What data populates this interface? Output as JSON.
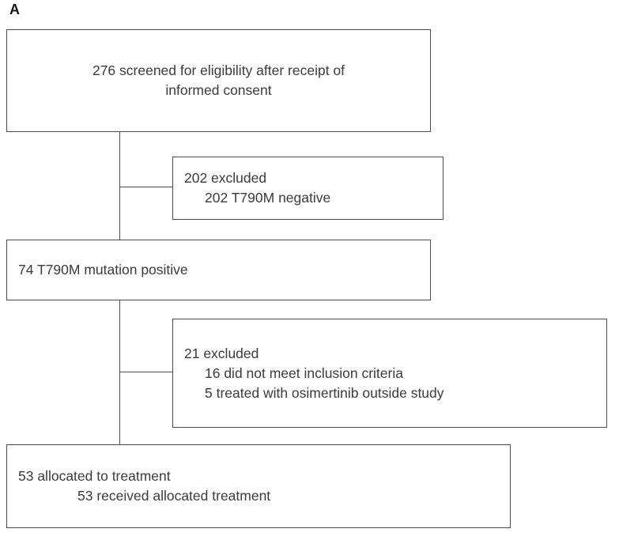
{
  "figure": {
    "panel_label": "A",
    "line_color": "#4a4a4a",
    "text_color": "#3b3b3b"
  },
  "boxes": {
    "screened": {
      "name": "screened-box",
      "align": "center",
      "lines": [
        "276 screened for eligibility after receipt of",
        "informed consent"
      ]
    },
    "excluded_1": {
      "name": "excluded-screening-box",
      "align": "left",
      "lines": [
        "202 excluded",
        "202 T790M negative"
      ]
    },
    "positive": {
      "name": "t790m-positive-box",
      "align": "left",
      "lines": [
        "74 T790M mutation positive"
      ]
    },
    "excluded_2": {
      "name": "excluded-enrollment-box",
      "align": "left",
      "lines": [
        "21 excluded",
        "16 did not meet inclusion criteria",
        "5 treated with osimertinib outside study"
      ]
    },
    "allocated": {
      "name": "allocated-box",
      "align": "left",
      "lines": [
        "53 allocated to treatment",
        "53 received allocated treatment"
      ]
    }
  },
  "chart_data": {
    "type": "flowchart",
    "title": "A",
    "nodes": [
      {
        "id": "screened",
        "label": "276 screened for eligibility after receipt of informed consent",
        "count": 276
      },
      {
        "id": "excluded_1",
        "label": "202 excluded; 202 T790M negative",
        "count": 202
      },
      {
        "id": "positive",
        "label": "74 T790M mutation positive",
        "count": 74
      },
      {
        "id": "excluded_2",
        "label": "21 excluded; 16 did not meet inclusion criteria; 5 treated with osimertinib outside study",
        "count": 21
      },
      {
        "id": "allocated",
        "label": "53 allocated to treatment; 53 received allocated treatment",
        "count": 53
      }
    ],
    "edges": [
      {
        "from": "screened",
        "to": "excluded_1",
        "kind": "branch"
      },
      {
        "from": "screened",
        "to": "positive",
        "kind": "main"
      },
      {
        "from": "positive",
        "to": "excluded_2",
        "kind": "branch"
      },
      {
        "from": "positive",
        "to": "allocated",
        "kind": "main"
      }
    ]
  }
}
